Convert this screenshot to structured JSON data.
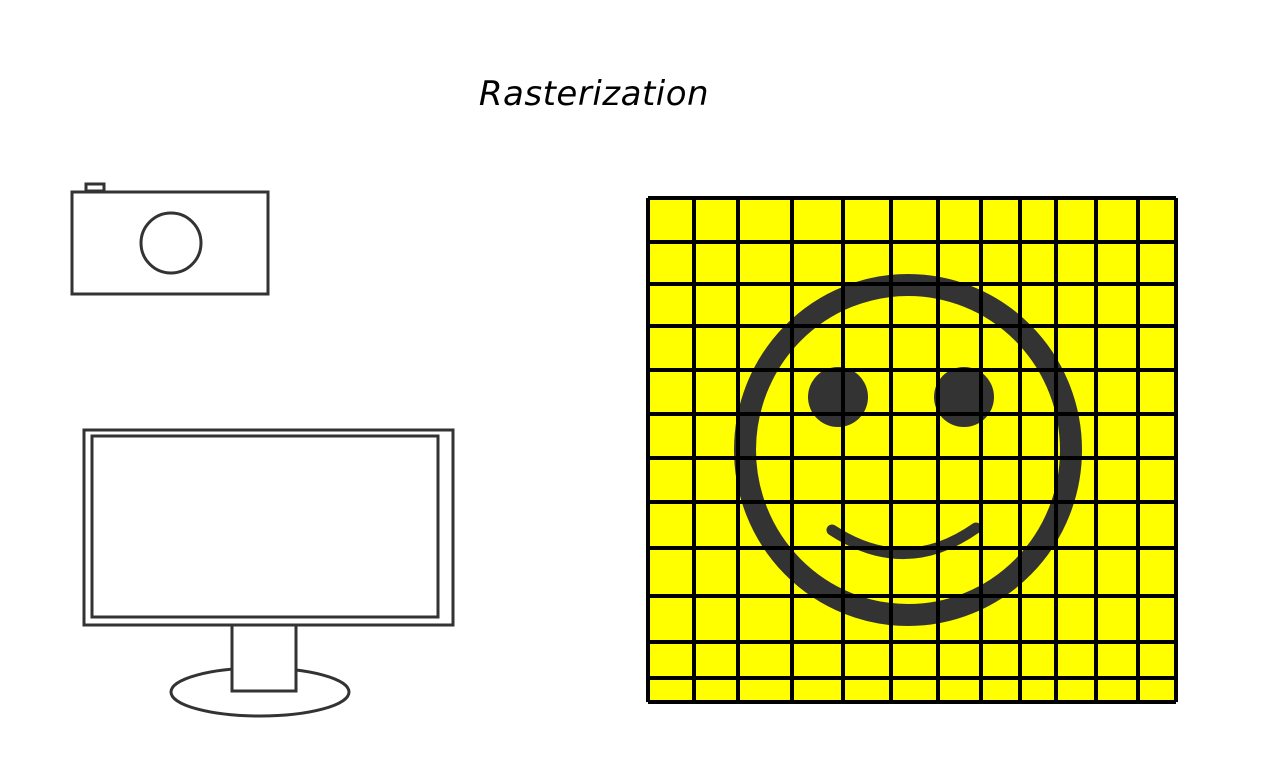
{
  "title": "Rasterization",
  "colors": {
    "background": "#ffffff",
    "stroke": "#000000",
    "device_stroke": "#333333",
    "grid_fill": "#ffff00",
    "face": "#333333"
  },
  "objects": {
    "camera": "camera-icon",
    "monitor": "monitor-icon",
    "raster": "smiley-face-on-pixel-grid"
  },
  "grid": {
    "columns": 12,
    "rows": 12
  }
}
